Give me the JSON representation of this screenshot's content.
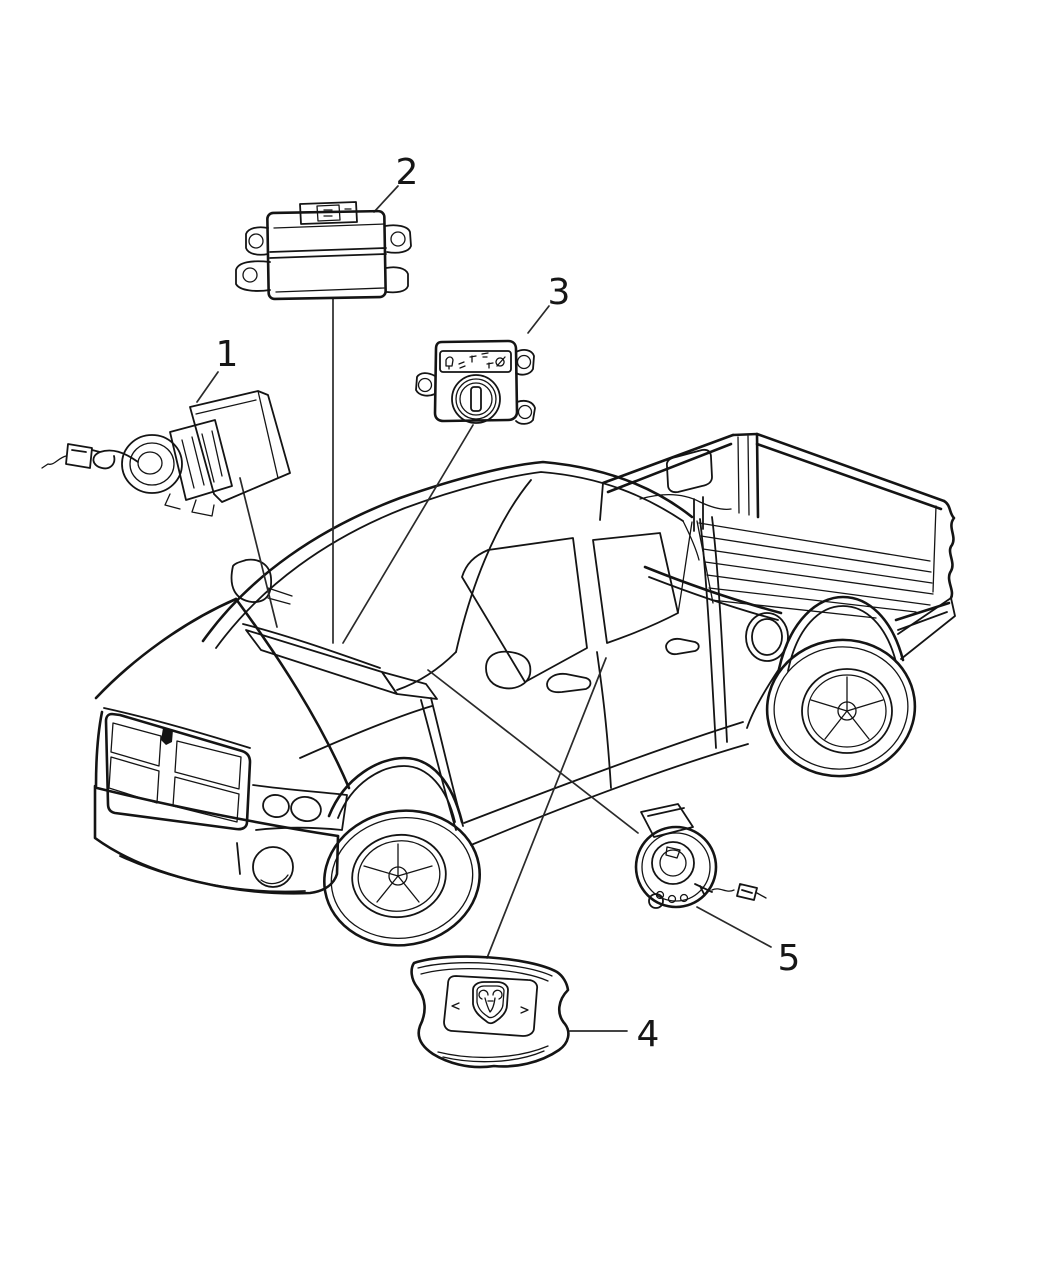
{
  "page": {
    "background_color": "#ffffff",
    "line_color": "#141414",
    "leader_line_color": "#2a2a2a"
  },
  "diagram": {
    "callouts": [
      {
        "label": "1"
      },
      {
        "label": "2"
      },
      {
        "label": "3"
      },
      {
        "label": "4"
      },
      {
        "label": "5"
      }
    ]
  }
}
